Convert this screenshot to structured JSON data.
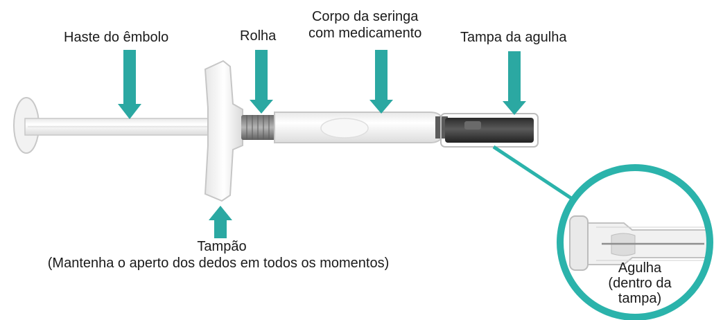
{
  "labels": {
    "haste": "Haste do êmbolo",
    "rolha": "Rolha",
    "corpo_line1": "Corpo da seringa",
    "corpo_line2": "com medicamento",
    "tampa_agulha": "Tampa da agulha",
    "tampao_line1": "Tampão",
    "tampao_line2": "(Mantenha o aperto dos dedos em todos os momentos)",
    "agulha_line1": "Agulha",
    "agulha_line2": "(dentro da",
    "agulha_line3": "tampa)"
  },
  "colors": {
    "arrow": "#2ba8a2",
    "magnifier_ring": "#2bb3ab",
    "syringe_body": "#f4f4f4",
    "syringe_outline": "#c9c9c9",
    "stopper": "#8a8a8a",
    "needle_cap": "#3a3a3a"
  }
}
